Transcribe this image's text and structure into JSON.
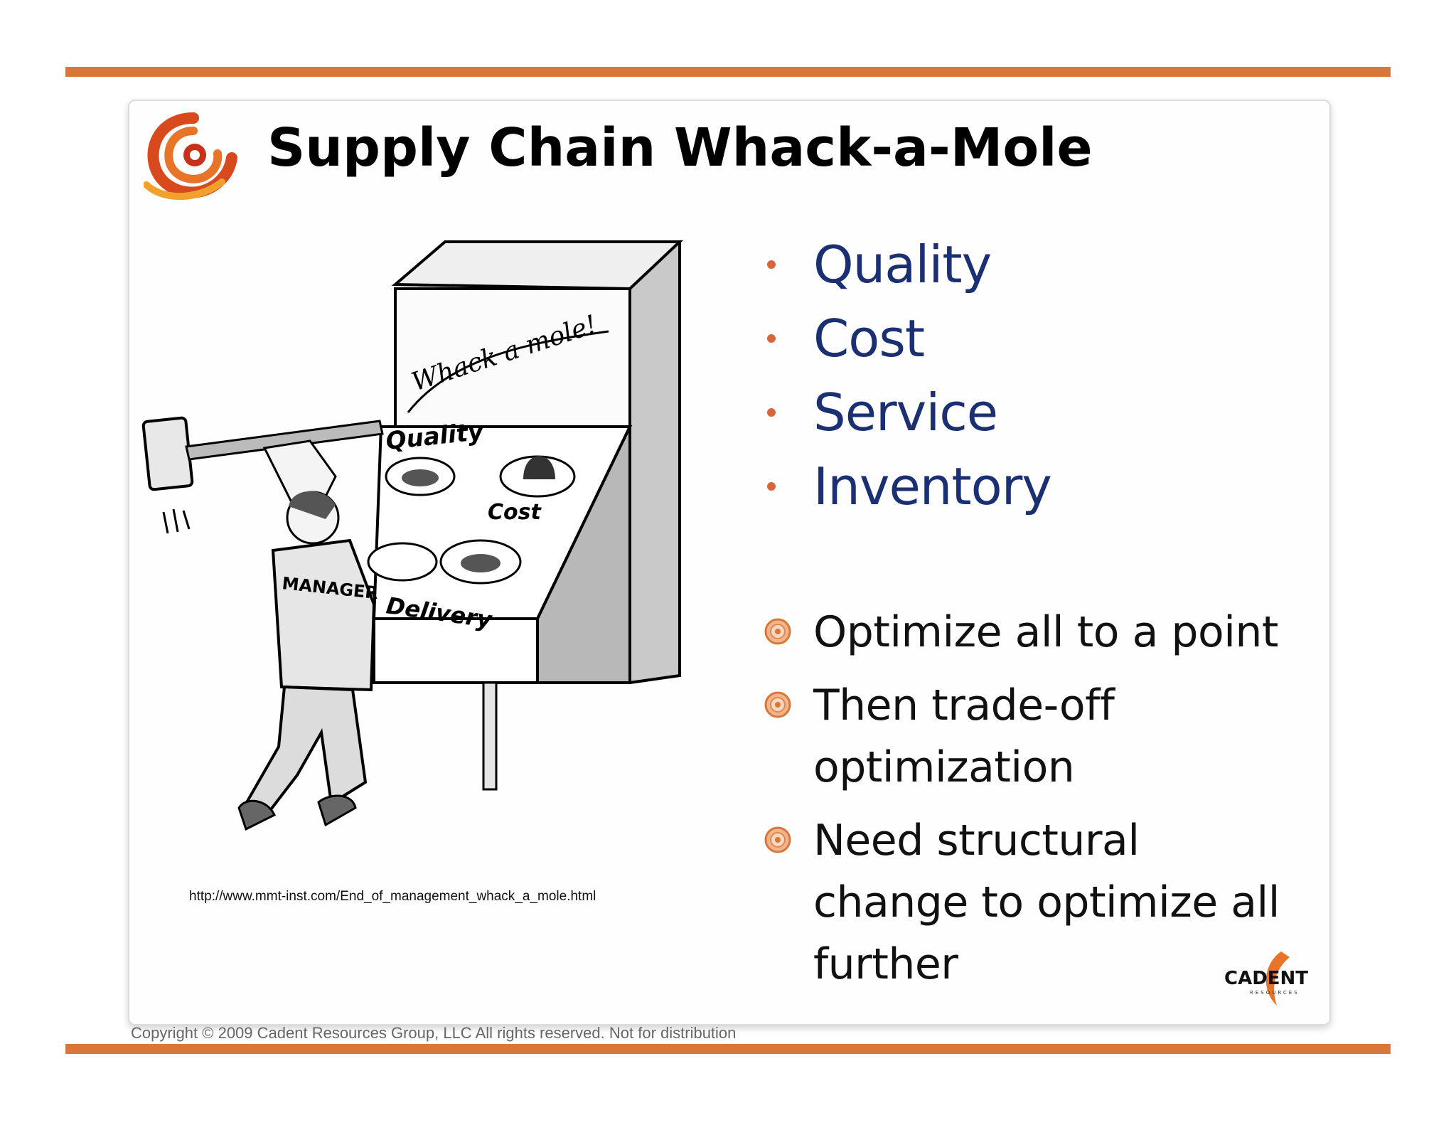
{
  "slide": {
    "title": "Supply Chain Whack-a-Mole",
    "illustration": {
      "sign_text": "Whack a mole!",
      "hole_labels": [
        "Quality",
        "Cost",
        "Delivery"
      ],
      "jacket_label": "MANAGER"
    },
    "image_caption": "http://www.mmt-inst.com/End_of_management_whack_a_mole.html",
    "metrics": [
      "Quality",
      "Cost",
      "Service",
      "Inventory"
    ],
    "points": [
      "Optimize all to a point",
      "Then trade-off optimization",
      "Need structural change to optimize all further"
    ],
    "brand_logo_text": "CADENT",
    "brand_logo_subtext": "RESOURCES",
    "copyright": "Copyright © 2009 Cadent Resources Group, LLC All rights reserved. Not for distribution"
  },
  "colors": {
    "accent_rule": "#d9773a",
    "metric_text": "#1b2f73",
    "metric_bullet": "#d9663a",
    "body_text": "#111111"
  }
}
